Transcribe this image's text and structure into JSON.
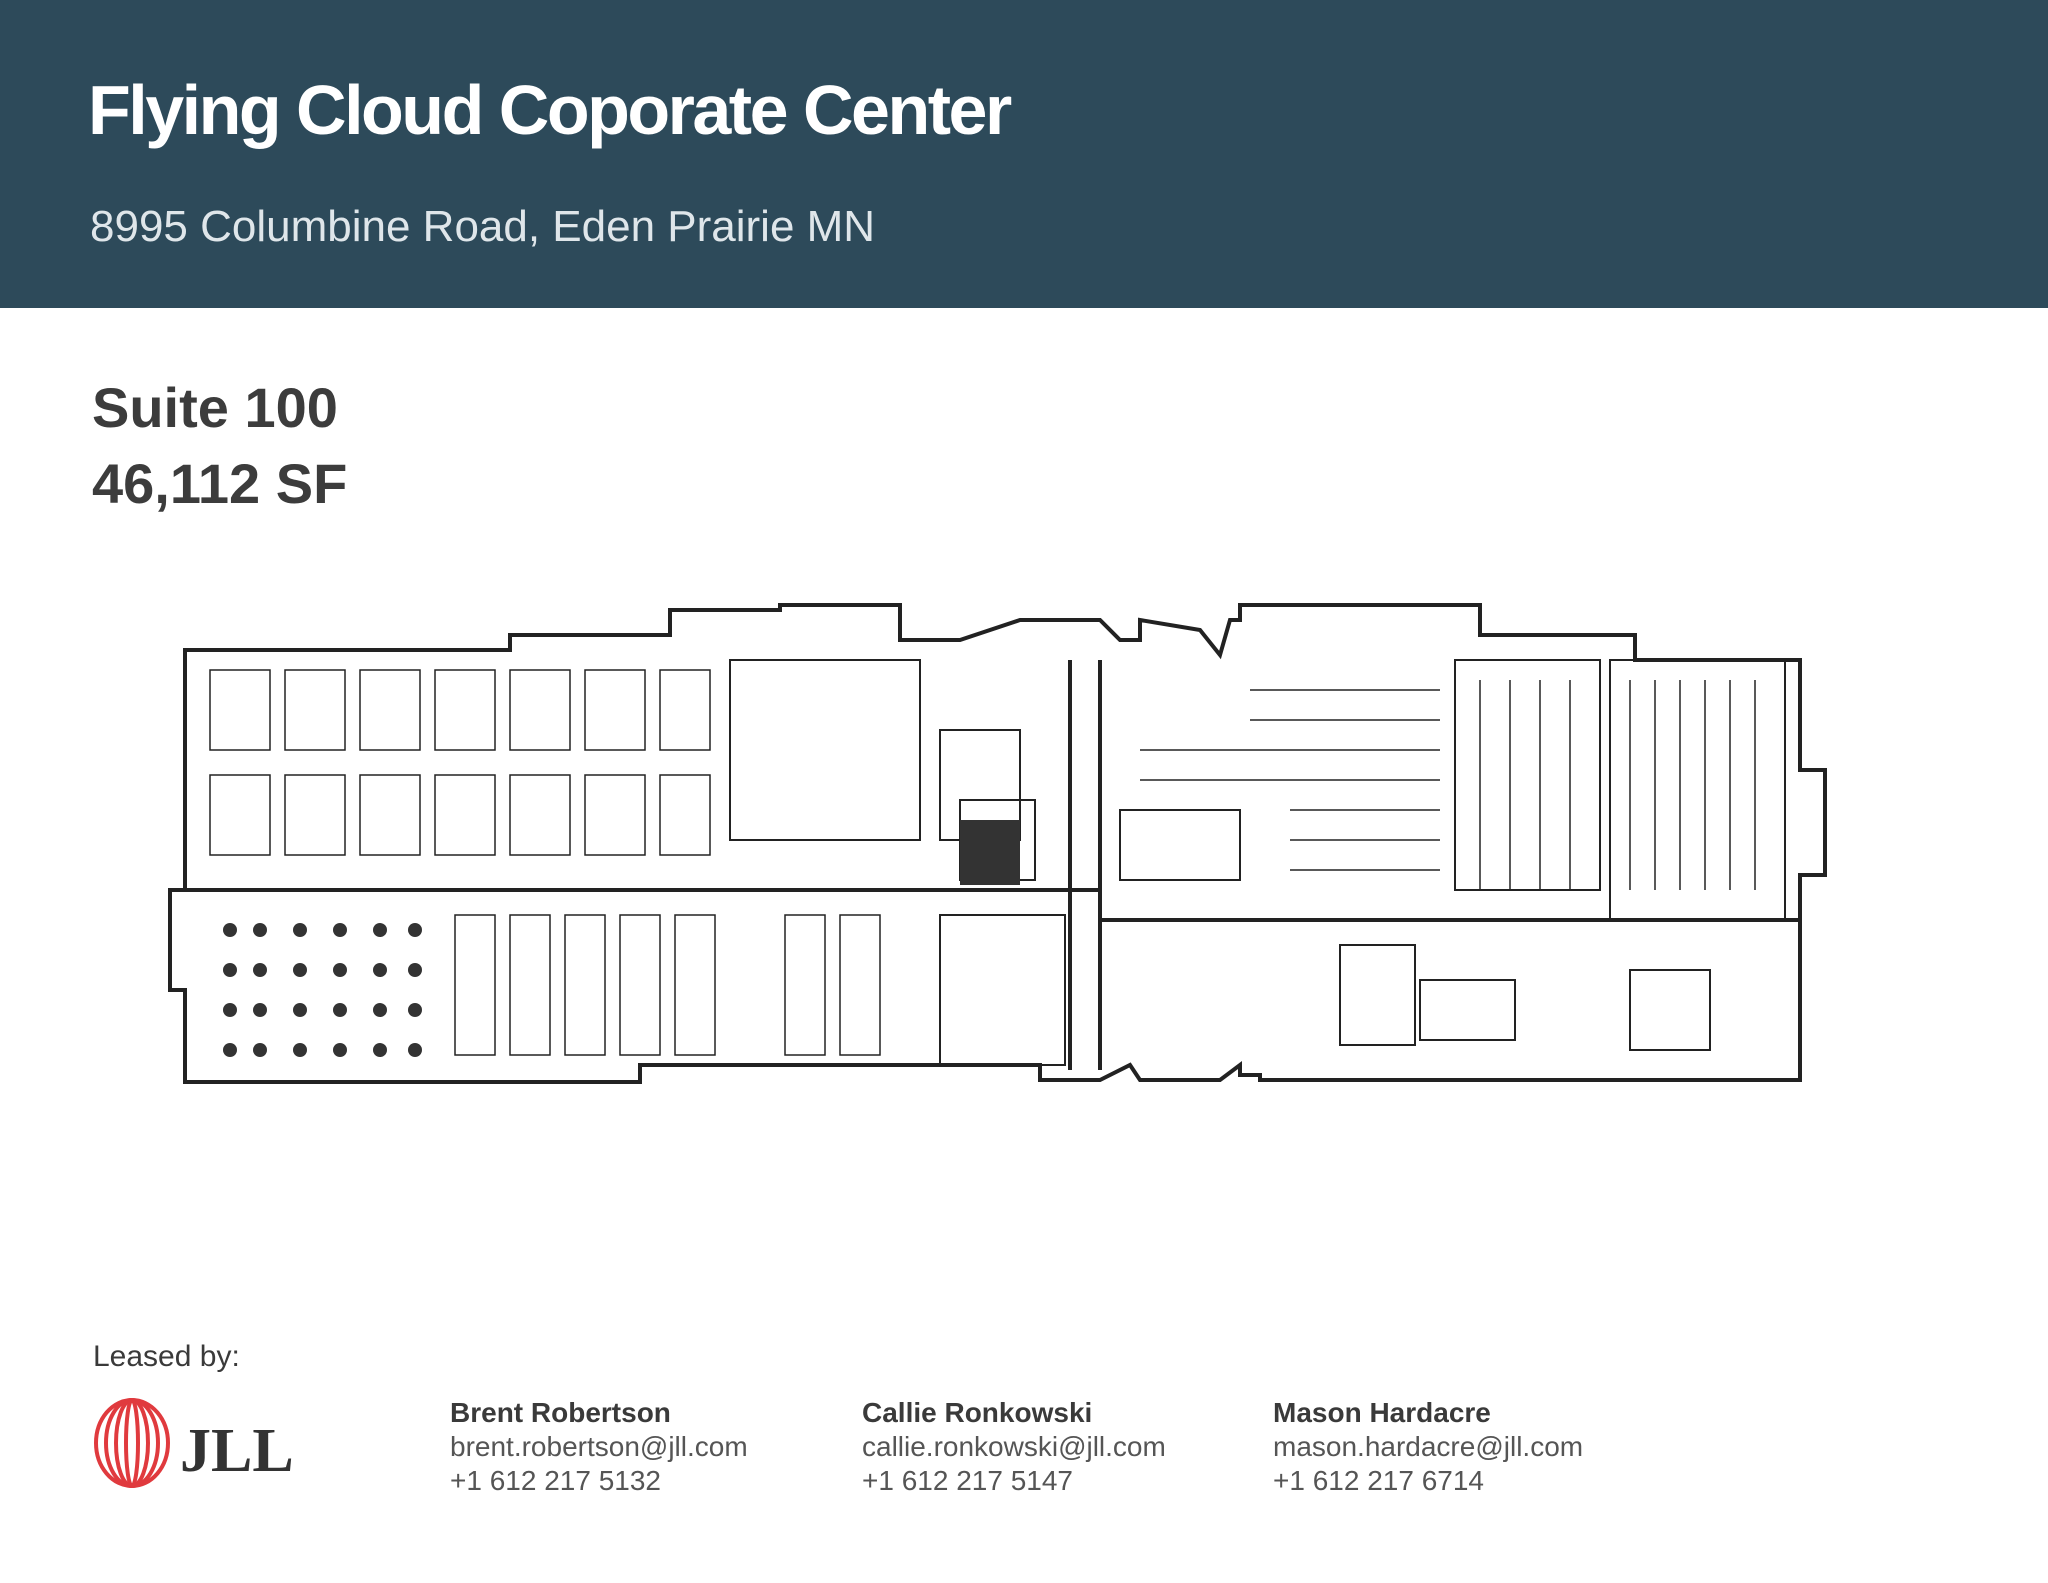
{
  "header": {
    "title": "Flying Cloud Coporate Center",
    "address": "8995 Columbine Road, Eden Prairie MN"
  },
  "suite": {
    "name": "Suite 100",
    "area": "46,112 SF"
  },
  "floorplan": {
    "icon": "floorplan-drawing"
  },
  "footer": {
    "leased_by": "Leased by:",
    "logo_text": "JLL",
    "logo_color": "#e03a3e",
    "contacts": [
      {
        "name": "Brent Robertson",
        "email": "brent.robertson@jll.com",
        "phone": "+1 612 217 5132"
      },
      {
        "name": "Callie Ronkowski",
        "email": "callie.ronkowski@jll.com",
        "phone": "+1 612 217 5147"
      },
      {
        "name": "Mason Hardacre",
        "email": "mason.hardacre@jll.com",
        "phone": "+1 612 217 6714"
      }
    ]
  },
  "colors": {
    "banner": "#2d4a5a",
    "ink": "#3a3a3a"
  }
}
